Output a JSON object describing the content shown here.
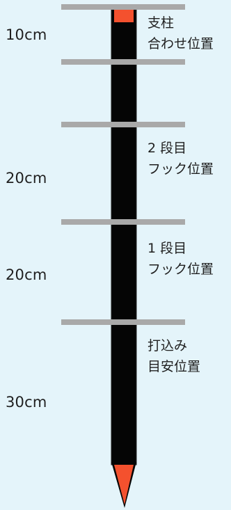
{
  "colors": {
    "background": "#e4f4fa",
    "post": "#050505",
    "post_top": "#f4512e",
    "post_tip": "#f4512e",
    "rule": "#a9a9a9"
  },
  "dimensions": [
    {
      "label": "10cm"
    },
    {
      "label": "20cm"
    },
    {
      "label": "20cm"
    },
    {
      "label": "30cm"
    }
  ],
  "notes": [
    {
      "line1": "支柱",
      "line2": "合わせ位置"
    },
    {
      "line1": "2 段目",
      "line2": "フック位置"
    },
    {
      "line1": "1 段目",
      "line2": "フック位置"
    },
    {
      "line1": "打込み",
      "line2": "目安位置"
    }
  ]
}
